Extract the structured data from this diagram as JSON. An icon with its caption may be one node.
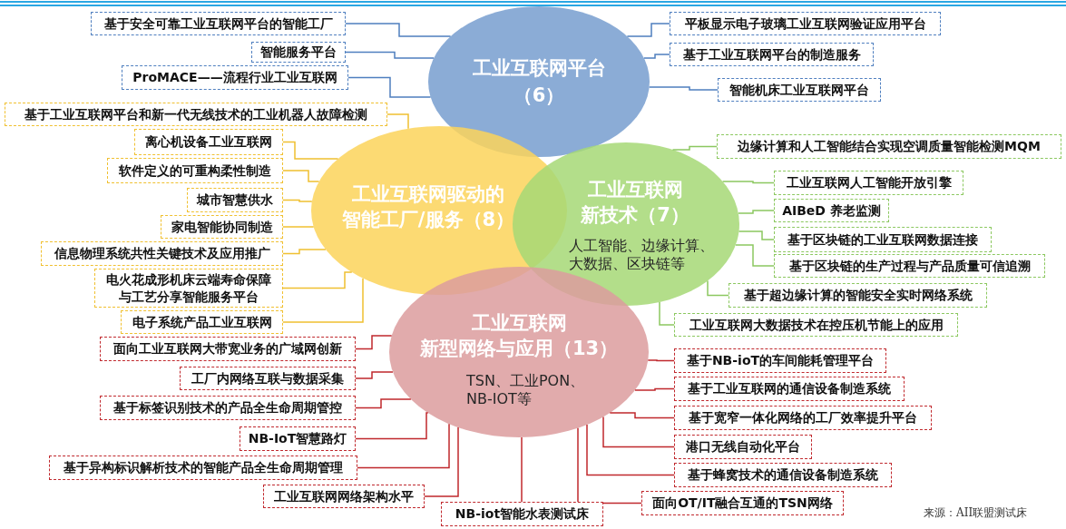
{
  "diagram": {
    "nodes": [
      {
        "text": [
          "工业互联网平台",
          "（6）"
        ]
      },
      {
        "text": [
          "工业互联网驱动的",
          "智能工厂/服务（8）"
        ]
      },
      {
        "text": [
          "工业互联网",
          "新技术（7）",
          "人工智能、边缘计算、大数据、区块链等"
        ]
      },
      {
        "text": [
          "工业互联网",
          "新型网络与应用（13）",
          "TSN、工业PON、NB-IOT等"
        ]
      },
      {
        "text": [
          "基于安全可靠工业互联网平台的智能工厂"
        ]
      },
      {
        "text": [
          "智能服务平台"
        ]
      },
      {
        "text": [
          "ProMACE——流程行业工业互联网"
        ]
      },
      {
        "text": [
          "平板显示电子玻璃工业互联网验证应用平台"
        ]
      },
      {
        "text": [
          "基于工业互联网平台的制造服务"
        ]
      },
      {
        "text": [
          "智能机床工业互联网平台"
        ]
      },
      {
        "text": [
          "基于工业互联网平台和新一代无线技术的工业机器人故障检测"
        ]
      },
      {
        "text": [
          "离心机设备工业互联网"
        ]
      },
      {
        "text": [
          "软件定义的可重构柔性制造"
        ]
      },
      {
        "text": [
          "城市智慧供水"
        ]
      },
      {
        "text": [
          "家电智能协同制造"
        ]
      },
      {
        "text": [
          "信息物理系统共性关键技术及应用推广"
        ]
      },
      {
        "text": [
          "电火花成形机床云端寿命保障与工艺分享智能服务平台"
        ]
      },
      {
        "text": [
          "电子系统产品工业互联网"
        ]
      },
      {
        "text": [
          "边缘计算和人工智能结合实现空调质量智能检测MQM"
        ]
      },
      {
        "text": [
          "工业互联网人工智能开放引擎"
        ]
      },
      {
        "text": [
          "AIBeD 养老监测"
        ]
      },
      {
        "text": [
          "基于区块链的工业互联网数据连接"
        ]
      },
      {
        "text": [
          "基于区块链的生产过程与产品质量可信追溯"
        ]
      },
      {
        "text": [
          "基于超边缘计算的智能安全实时网络系统"
        ]
      },
      {
        "text": [
          "工业互联网大数据技术在控压机节能上的应用"
        ]
      },
      {
        "text": [
          "面向工业互联网大带宽业务的广域网创新"
        ]
      },
      {
        "text": [
          "工厂内网络互联与数据采集"
        ]
      },
      {
        "text": [
          "基于标签识别技术的产品全生命周期管控"
        ]
      },
      {
        "text": [
          "NB-IoT智慧路灯"
        ]
      },
      {
        "text": [
          "基于异构标识解析技术的智能产品全生命周期管理"
        ]
      },
      {
        "text": [
          "工业互联网网络架构水平"
        ]
      },
      {
        "text": [
          "NB-iot智能水表测试床"
        ]
      },
      {
        "text": [
          "基于NB-ioT的车间能耗管理平台"
        ]
      },
      {
        "text": [
          "基于工业互联网的通信设备制造系统"
        ]
      },
      {
        "text": [
          "基于宽窄一体化网络的工厂效率提升平台"
        ]
      },
      {
        "text": [
          "港口无线自动化平台"
        ]
      },
      {
        "text": [
          "基于蜂窝技术的通信设备制造系统"
        ]
      },
      {
        "text": [
          "面向OT/IT融合互通的TSN网络"
        ]
      }
    ],
    "edges": [
      {
        "from": 4,
        "to": 0,
        "arrow": "none",
        "color": "#4f7fbf"
      },
      {
        "from": 5,
        "to": 0,
        "arrow": "none",
        "color": "#4f7fbf"
      },
      {
        "from": 6,
        "to": 0,
        "arrow": "none",
        "color": "#4f7fbf"
      },
      {
        "from": 7,
        "to": 0,
        "arrow": "none",
        "color": "#4f7fbf"
      },
      {
        "from": 8,
        "to": 0,
        "arrow": "none",
        "color": "#4f7fbf"
      },
      {
        "from": 9,
        "to": 0,
        "arrow": "none",
        "color": "#4f7fbf"
      },
      {
        "from": 10,
        "to": 1,
        "arrow": "none",
        "color": "#f0c030"
      },
      {
        "from": 11,
        "to": 1,
        "arrow": "none",
        "color": "#f0c030"
      },
      {
        "from": 12,
        "to": 1,
        "arrow": "none",
        "color": "#f0c030"
      },
      {
        "from": 13,
        "to": 1,
        "arrow": "none",
        "color": "#f0c030"
      },
      {
        "from": 14,
        "to": 1,
        "arrow": "none",
        "color": "#f0c030"
      },
      {
        "from": 15,
        "to": 1,
        "arrow": "none",
        "color": "#f0c030"
      },
      {
        "from": 16,
        "to": 1,
        "arrow": "none",
        "color": "#f0c030"
      },
      {
        "from": 17,
        "to": 1,
        "arrow": "none",
        "color": "#f0c030"
      },
      {
        "from": 18,
        "to": 2,
        "arrow": "none",
        "color": "#8cc860"
      },
      {
        "from": 19,
        "to": 2,
        "arrow": "none",
        "color": "#8cc860"
      },
      {
        "from": 20,
        "to": 2,
        "arrow": "none",
        "color": "#8cc860"
      },
      {
        "from": 21,
        "to": 2,
        "arrow": "none",
        "color": "#8cc860"
      },
      {
        "from": 22,
        "to": 2,
        "arrow": "none",
        "color": "#8cc860"
      },
      {
        "from": 23,
        "to": 2,
        "arrow": "none",
        "color": "#8cc860"
      },
      {
        "from": 24,
        "to": 2,
        "arrow": "none",
        "color": "#8cc860"
      },
      {
        "from": 25,
        "to": 3,
        "arrow": "none"
      },
      {
        "from": 26,
        "to": 3,
        "arrow": "none"
      },
      {
        "from": 27,
        "to": 3,
        "arrow": "none"
      },
      {
        "from": 28,
        "to": 3,
        "arrow": "none"
      },
      {
        "from": 29,
        "to": 3,
        "arrow": "none"
      },
      {
        "from": 30,
        "to": 3,
        "arrow": "none"
      },
      {
        "from": 31,
        "to": 3,
        "arrow": "none"
      },
      {
        "from": 32,
        "to": 3,
        "arrow": "none"
      },
      {
        "from": 33,
        "to": 3,
        "arrow": "none"
      },
      {
        "from": 34,
        "to": 3,
        "arrow": "none"
      },
      {
        "from": 35,
        "to": 3,
        "arrow": "none"
      },
      {
        "from": 36,
        "to": 3,
        "arrow": "none"
      },
      {
        "from": 37,
        "to": 3,
        "arrow": "none"
      }
    ],
    "labels": [
      "来源：AII联盟测试床"
    ]
  }
}
